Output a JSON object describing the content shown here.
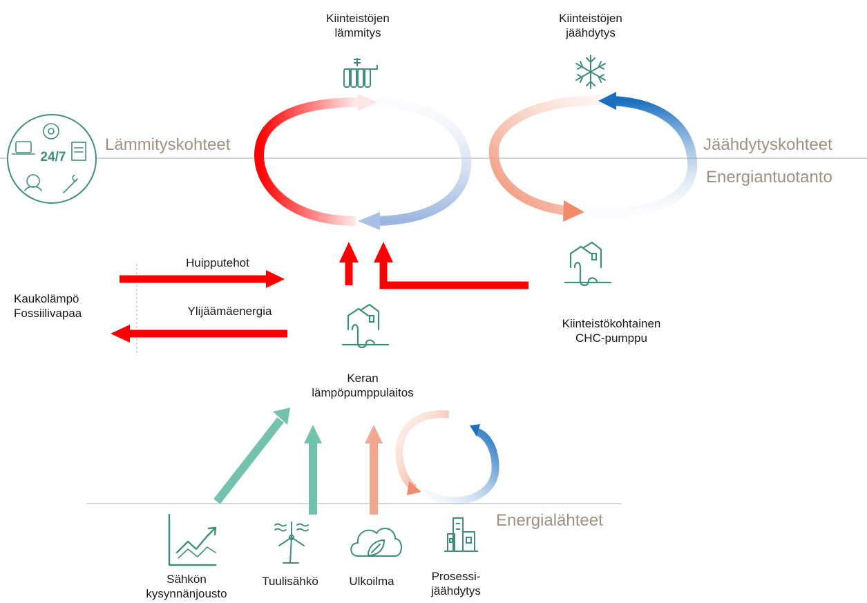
{
  "zones": {
    "heating_targets": "Lämmityskohteet",
    "cooling_targets": "Jäähdytyskohteet",
    "energy_production": "Energiantuotanto",
    "energy_sources": "Energialähteet"
  },
  "nodes": {
    "building_heating": [
      "Kiinteistöjen",
      "lämmitys"
    ],
    "building_cooling": [
      "Kiinteistöjen",
      "jäähdytys"
    ],
    "kera_plant": [
      "Keran",
      "lämpöpumppulaitos"
    ],
    "chc_pump": [
      "Kiinteistökohtainen",
      "CHC-pumppu"
    ],
    "district_heat": [
      "Kaukolämpö",
      "Fossiilivapaa"
    ],
    "demand_response": [
      "Sähkön",
      "kysynnänjousto"
    ],
    "wind_power": "Tuulisähkö",
    "outdoor_air": "Ulkoilma",
    "process_cooling": [
      "Prosessi-",
      "jäähdytys"
    ]
  },
  "flows": {
    "peak_power": "Huipputehot",
    "surplus_energy": "Ylijäämäenergia"
  },
  "badge": {
    "text": "24/7"
  },
  "colors": {
    "red": "#ff0000",
    "blue": "#1a6fbf",
    "teal": "#72c2ad",
    "salmon": "#f0a890",
    "icon_green": "#3d8f79",
    "zone_text": "#9e9181",
    "divider": "#c8c8c8"
  },
  "icons": [
    "radiator-icon",
    "snowflake-icon",
    "house-heatpump-icon",
    "chart-trend-icon",
    "wind-turbine-icon",
    "cloud-leaf-icon",
    "factory-icon",
    "service-247-icon"
  ]
}
